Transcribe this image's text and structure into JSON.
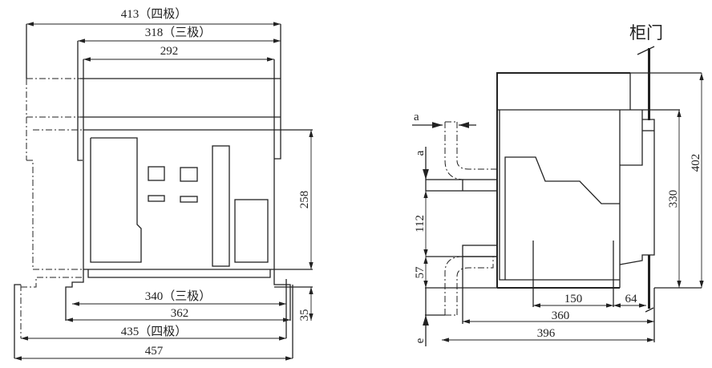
{
  "front_view": {
    "dims": {
      "w413": "413（四极）",
      "w318": "318（三极）",
      "w292": "292",
      "h258": "258",
      "w340": "340（三极）",
      "w362": "362",
      "w435": "435（四极）",
      "w457": "457",
      "h35": "35"
    }
  },
  "side_view": {
    "door_label": "柜门",
    "dims": {
      "a_top": "a",
      "a_side": "a",
      "h112": "112",
      "h57": "57",
      "e": "e",
      "w150": "150",
      "w64": "64",
      "w360": "360",
      "w396": "396",
      "h330": "330",
      "h402": "402"
    }
  }
}
